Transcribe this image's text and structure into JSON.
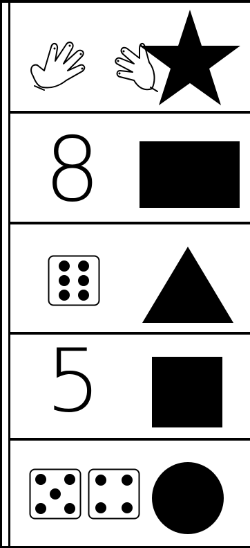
{
  "colors": {
    "ink": "#000000",
    "paper": "#ffffff"
  },
  "rows": [
    {
      "quantity": "10",
      "representation": "two-hands-ten-fingers",
      "shape": "star"
    },
    {
      "quantity": "8",
      "representation": "numeral",
      "numeral": "8",
      "shape": "rectangle"
    },
    {
      "quantity": "6",
      "representation": "die-face",
      "die_faces": [
        6
      ],
      "shape": "triangle"
    },
    {
      "quantity": "5",
      "representation": "numeral",
      "numeral": "5",
      "shape": "square"
    },
    {
      "quantity": "9",
      "representation": "die-faces",
      "die_faces": [
        5,
        4
      ],
      "shape": "circle"
    }
  ]
}
